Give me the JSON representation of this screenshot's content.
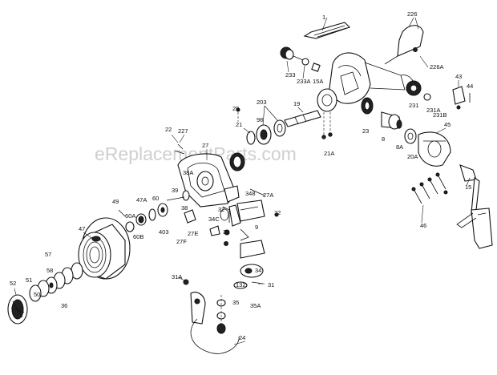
{
  "watermark": "eReplacementParts.com",
  "parts": [
    "1",
    "226",
    "233",
    "233A",
    "15A",
    "226A",
    "43",
    "44",
    "231",
    "231A",
    "231B",
    "29",
    "203",
    "19",
    "98",
    "21",
    "23",
    "8",
    "8A",
    "45",
    "20A",
    "21A",
    "15",
    "22",
    "227",
    "27",
    "38A",
    "348",
    "27A",
    "49",
    "47A",
    "60",
    "60A",
    "60B",
    "403",
    "39",
    "38",
    "32",
    "34C",
    "27E",
    "27F",
    "36",
    "22",
    "9",
    "47",
    "57",
    "58",
    "51",
    "52",
    "50",
    "36",
    "34",
    "132",
    "31",
    "31A",
    "35",
    "35A",
    "24",
    "46"
  ]
}
